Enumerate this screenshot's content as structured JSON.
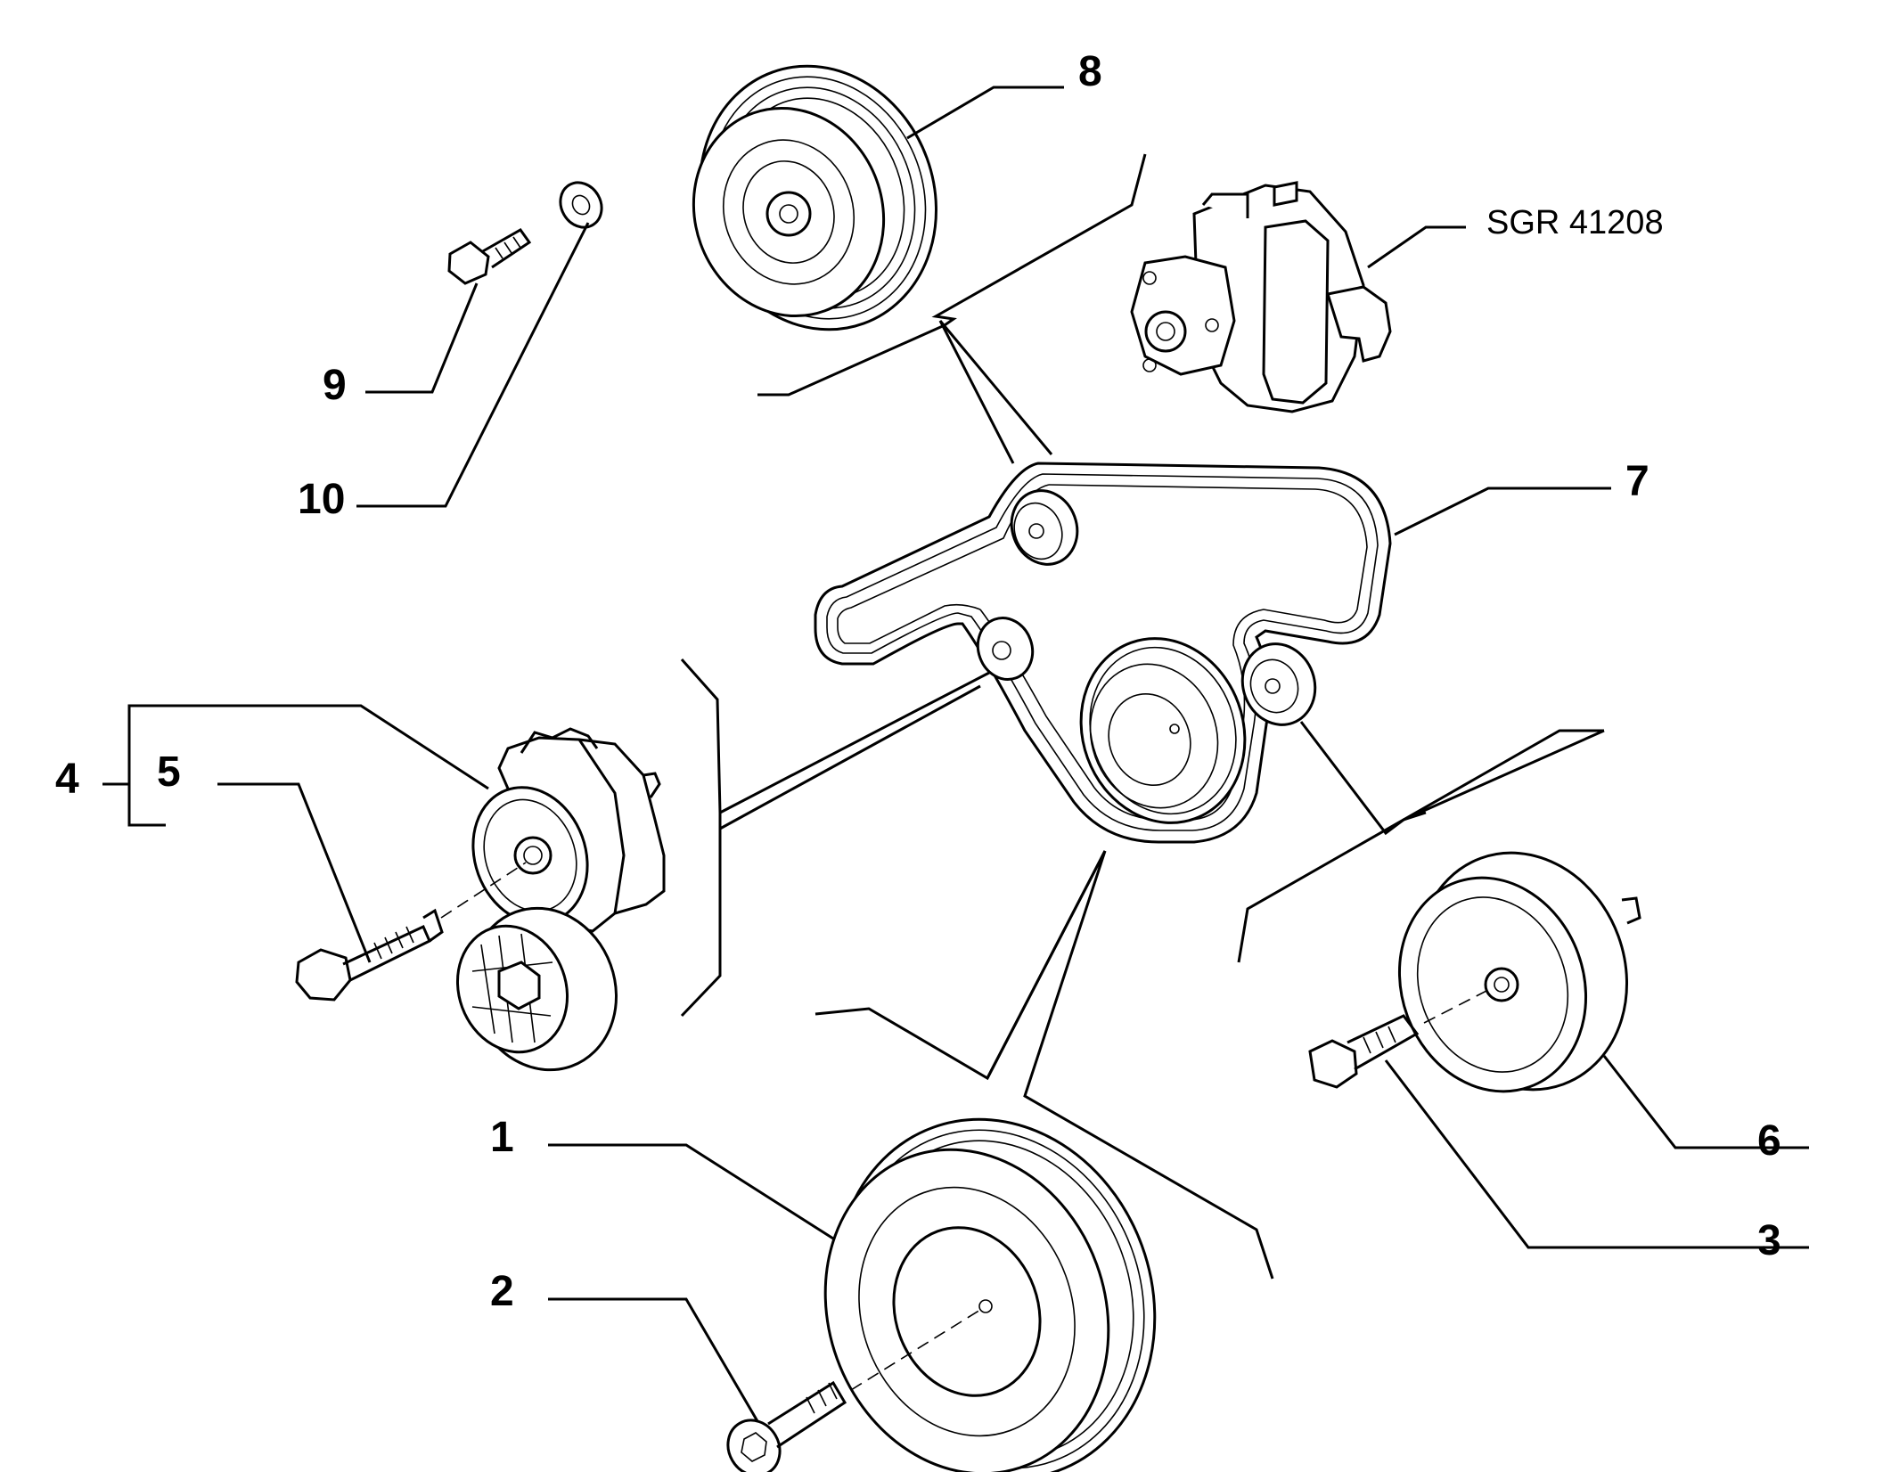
{
  "callouts": {
    "c1": "1",
    "c2": "2",
    "c3": "3",
    "c4": "4",
    "c5": "5",
    "c6": "6",
    "c7": "7",
    "c8": "8",
    "c9": "9",
    "c10": "10"
  },
  "reference": "SGR 41208"
}
